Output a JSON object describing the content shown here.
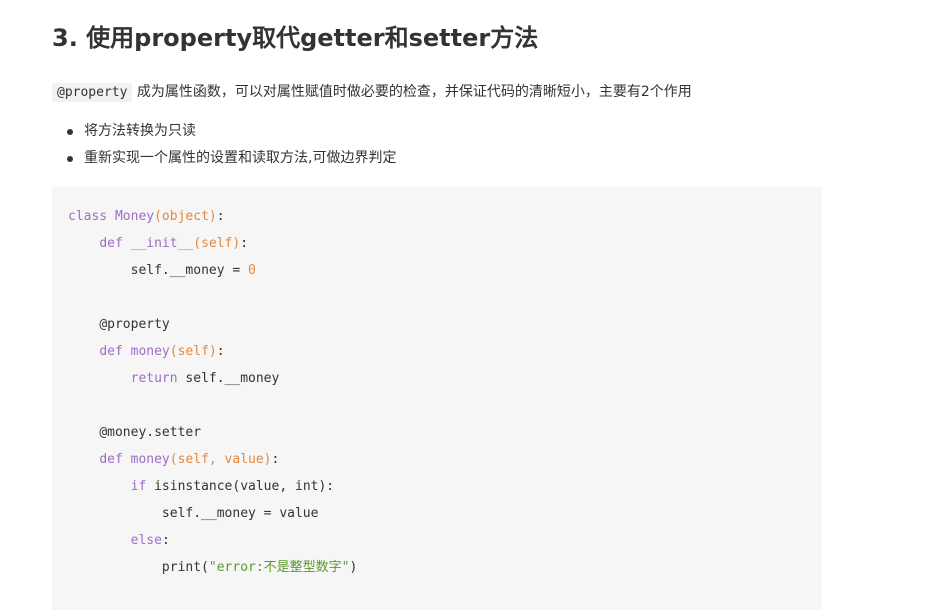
{
  "heading": "3. 使用property取代getter和setter方法",
  "intro": {
    "code": "@property",
    "text": " 成为属性函数，可以对属性赋值时做必要的检查，并保证代码的清晰短小，主要有2个作用"
  },
  "bullets": [
    "将方法转换为只读",
    "重新实现一个属性的设置和读取方法,可做边界判定"
  ],
  "code": {
    "l1": {
      "kw": "class",
      "name": " Money",
      "paren": "(object)",
      "colon": ":"
    },
    "l2": {
      "indent": "    ",
      "kw": "def",
      "name": " __init__",
      "params": "(self)",
      "colon": ":"
    },
    "l3": {
      "indent": "        ",
      "text": "self.__money = ",
      "num": "0"
    },
    "l4": {
      "text": ""
    },
    "l5": {
      "indent": "    ",
      "text": "@property"
    },
    "l6": {
      "indent": "    ",
      "kw": "def",
      "name": " money",
      "params": "(self)",
      "colon": ":"
    },
    "l7": {
      "indent": "        ",
      "kw": "return",
      "text": " self.__money"
    },
    "l8": {
      "text": ""
    },
    "l9": {
      "indent": "    ",
      "text": "@money.setter"
    },
    "l10": {
      "indent": "    ",
      "kw": "def",
      "name": " money",
      "params": "(self, value)",
      "colon": ":"
    },
    "l11": {
      "indent": "        ",
      "kw": "if",
      "text": " isinstance(value, int):"
    },
    "l12": {
      "indent": "            ",
      "text": "self.__money = value"
    },
    "l13": {
      "indent": "        ",
      "kw": "else",
      "text": ":"
    },
    "l14": {
      "indent": "            ",
      "pre": "print(",
      "str": "\"error:不是整型数字\"",
      "post": ")"
    }
  },
  "colors": {
    "keyword": "#a06cc7",
    "param": "#e8873a",
    "string": "#5a9a2b",
    "code_bg": "#f6f6f6"
  }
}
